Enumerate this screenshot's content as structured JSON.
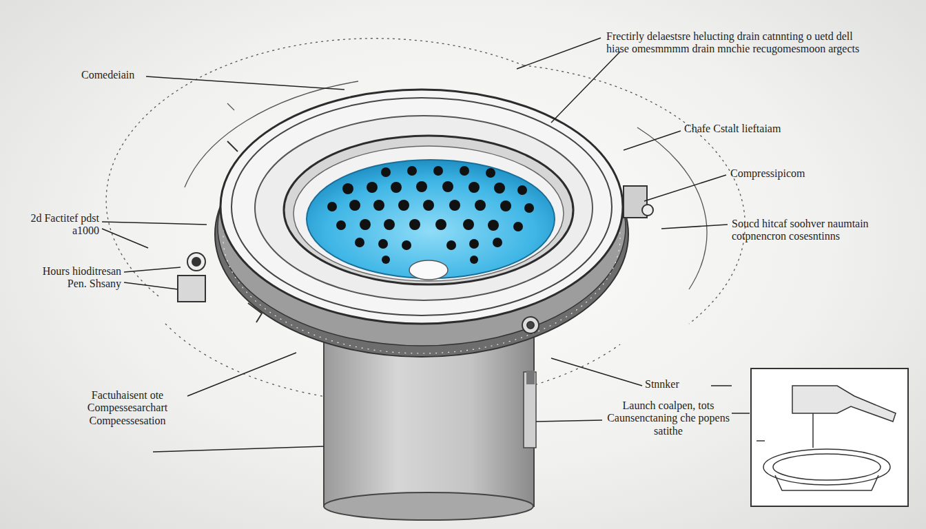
{
  "diagram": {
    "labels": [
      "Frectirly delaestsre helucting drain catnnting o uetd dell hiase omesmmmm drain mnchie recugomesmoon argects",
      "Comedeiain",
      "Chafe Cstalt lieftaiam",
      "Compressipicom",
      "2d Factitef pdst a1000",
      "Soucd hitcaf soohver naumtain cotpnencron cosesntinns",
      "Hours hioditresan Pen. Shsany",
      "Stnnker",
      "Factuhaisent ote Compessesarchart Compeessesation",
      "Launch coalpen, tots Caunsenctaning che popens satithe"
    ]
  }
}
